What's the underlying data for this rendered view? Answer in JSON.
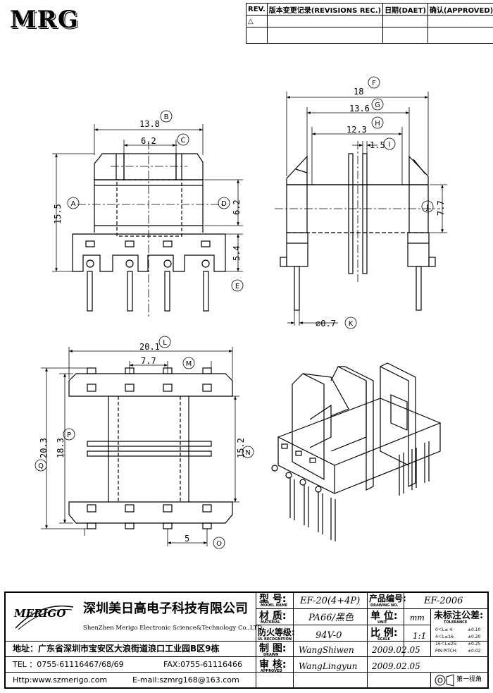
{
  "header": {
    "logo": "MRG",
    "revisions": {
      "columns": [
        "REV.",
        "版本变更记录(REVISIONS REC.)",
        "日期(DAET)",
        "确认(APPROVED)"
      ],
      "rows": [
        [
          "△",
          "",
          "",
          ""
        ],
        [
          "",
          "",
          "",
          ""
        ]
      ]
    }
  },
  "drawing": {
    "view_front": {
      "dims": {
        "B": "13.8",
        "C": "6.2",
        "A": "15.5",
        "D": "6.2",
        "E": "5.4"
      },
      "letters": {
        "A": "A",
        "B": "B",
        "C": "C",
        "D": "D",
        "E": "E"
      }
    },
    "view_side": {
      "dims": {
        "F": "18",
        "G": "13.6",
        "H": "12.3",
        "I": "1.5",
        "J": "7.7",
        "K": "⌀0.7"
      },
      "letters": {
        "F": "F",
        "G": "G",
        "H": "H",
        "I": "I",
        "J": "J",
        "K": "K"
      }
    },
    "view_bottom": {
      "dims": {
        "L": "20.1",
        "M": "7.7",
        "P": "18.3",
        "Q": "20.3",
        "N": "15.2",
        "O": "5"
      },
      "letters": {
        "L": "L",
        "M": "M",
        "N": "N",
        "O": "O",
        "P": "P",
        "Q": "Q"
      }
    }
  },
  "title_block": {
    "company_logo": "MERIGO",
    "company_cn": "深圳美日高电子科技有限公司",
    "company_en": "ShenZhen Merigo Electronic Science&Technology Co.,LTD",
    "address": "地址：广东省深圳市宝安区大浪街道浪口工业园B区9栋",
    "tel": "TEL ：0755-61116467/68/69",
    "fax": "FAX:0755-61116466",
    "http": "Http:www.szmerigo.com",
    "email": "E-mail:szmrg168@163.com",
    "fields": {
      "model_label": "型 号:",
      "model_sub": "MODEL NAME",
      "model": "EF-20(4+4P)",
      "material_label": "材 质:",
      "material_sub": "MATERIAL",
      "material": "PA66/黑色",
      "flame_label": "防火等级:",
      "flame_sub": "UL RECOGNITION",
      "flame": "94V-0",
      "drawn_label": "制 图:",
      "drawn_sub": "DRAWN",
      "drawn": "WangShiwen",
      "drawn_date": "2009.02.05",
      "checked_label": "审 核:",
      "checked_sub": "APPROVED",
      "checked": "WangLingyun",
      "checked_date": "2009.02.05",
      "drawing_no_label": "产品编号:",
      "drawing_no_sub": "DRAWING NO.",
      "drawing_no": "EF-2006",
      "unit_label": "单 位:",
      "unit_sub": "UNIT",
      "unit": "mm",
      "scale_label": "比 例:",
      "scale_sub": "SCALE",
      "scale": "1:1",
      "tol_label": "未标注公差:",
      "tol_sub": "TOLERANCE",
      "tol_1": "0＜L≤ 4:",
      "tol_1v": "±0.10",
      "tol_2": "4＜L≤16:",
      "tol_2v": "±0.20",
      "tol_3": "16＜L≤25:",
      "tol_3v": "±0.25",
      "tol_4": "PIN PITCH:",
      "tol_4v": "±0.02",
      "proj": "第一视角"
    }
  }
}
